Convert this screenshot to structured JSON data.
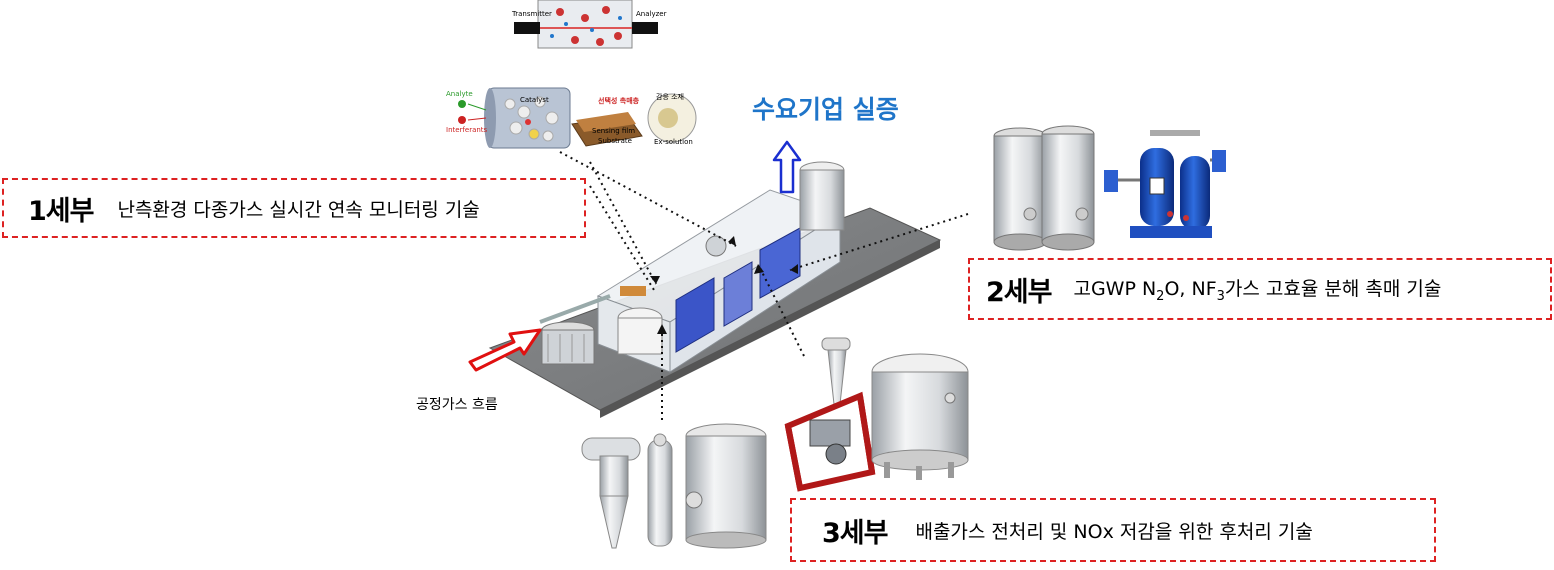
{
  "demo_label": "수요기업 실증",
  "flow_label": "공정가스 흐름",
  "sections": [
    {
      "num": "1세부",
      "desc": "난측환경 다종가스 실시간 연속 모니터링 기술"
    },
    {
      "num": "2세부",
      "desc_parts": {
        "a": "고GWP N",
        "sub1": "2",
        "b": "O, NF",
        "sub2": "3",
        "c": "가스 고효율 분해 촉매 기술"
      }
    },
    {
      "num": "3세부",
      "desc": "배출가스 전처리 및 NOx 저감을 위한 후처리 기술"
    }
  ],
  "sensor_labels": {
    "transmitter": "Transmitter",
    "analyzer": "Analyzer",
    "analyte": "Analyte",
    "interferants": "Interferants",
    "catalyst": "Catalyst",
    "sensing_film": "Sensing film",
    "substrate": "Substrate",
    "exsolution": "Ex-solution",
    "selective_layer": "선택성 촉매층",
    "sensing_material": "감응 소재"
  },
  "colors": {
    "box_border": "#d22",
    "demo_text": "#1f75c9",
    "flow_arrow": "#e01010",
    "demo_arrow": "#1a2fd0"
  }
}
